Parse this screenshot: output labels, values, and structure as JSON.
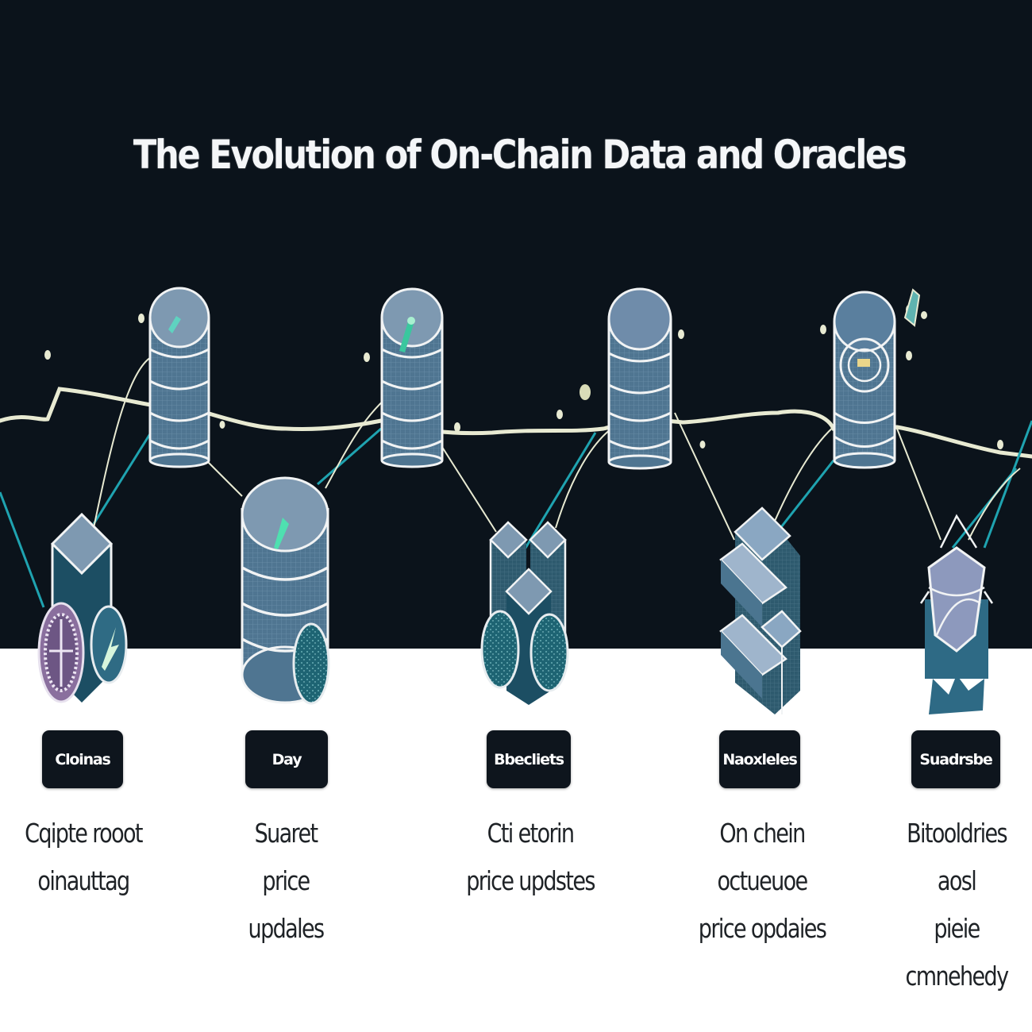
{
  "title": "The Evolution of On-Chain Data and Oracles",
  "colors": {
    "background_dark": "#0b131b",
    "background_light": "#ffffff",
    "badge_bg": "#0e151d",
    "badge_text": "#ffffff",
    "description_text": "#1e2226",
    "accent_teal": "#1fa3b0",
    "wave_cream": "#e8ead2",
    "node_blue": "#5e7e98",
    "node_top": "#8fa6bf",
    "coin_purple": "#8a6f9e"
  },
  "stages": [
    {
      "label": "Cloinas",
      "description": [
        "Cqipte rooot",
        "oinauttag"
      ],
      "icon": "database-tower-with-coins"
    },
    {
      "label": "Day",
      "description": [
        "Suaret",
        "price",
        "updales"
      ],
      "icon": "database-cylinder"
    },
    {
      "label": "Bbecliets",
      "description": [
        "Cti etorin",
        "price updstes"
      ],
      "icon": "twin-towers-with-coins"
    },
    {
      "label": "Naoxleles",
      "description": [
        "On chein",
        "octueuoe",
        "price opdaies"
      ],
      "icon": "stacked-blocks"
    },
    {
      "label": "Suadrsbe",
      "description": [
        "Bitooldries",
        "aosl",
        "pieie",
        "cmnehedy"
      ],
      "icon": "crystal-node"
    }
  ],
  "top_nodes": [
    {
      "icon": "database-cylinder",
      "label": ""
    },
    {
      "icon": "database-cylinder",
      "label": ""
    },
    {
      "icon": "database-cylinder",
      "label": ""
    },
    {
      "icon": "database-cylinder-target",
      "label": ""
    }
  ]
}
